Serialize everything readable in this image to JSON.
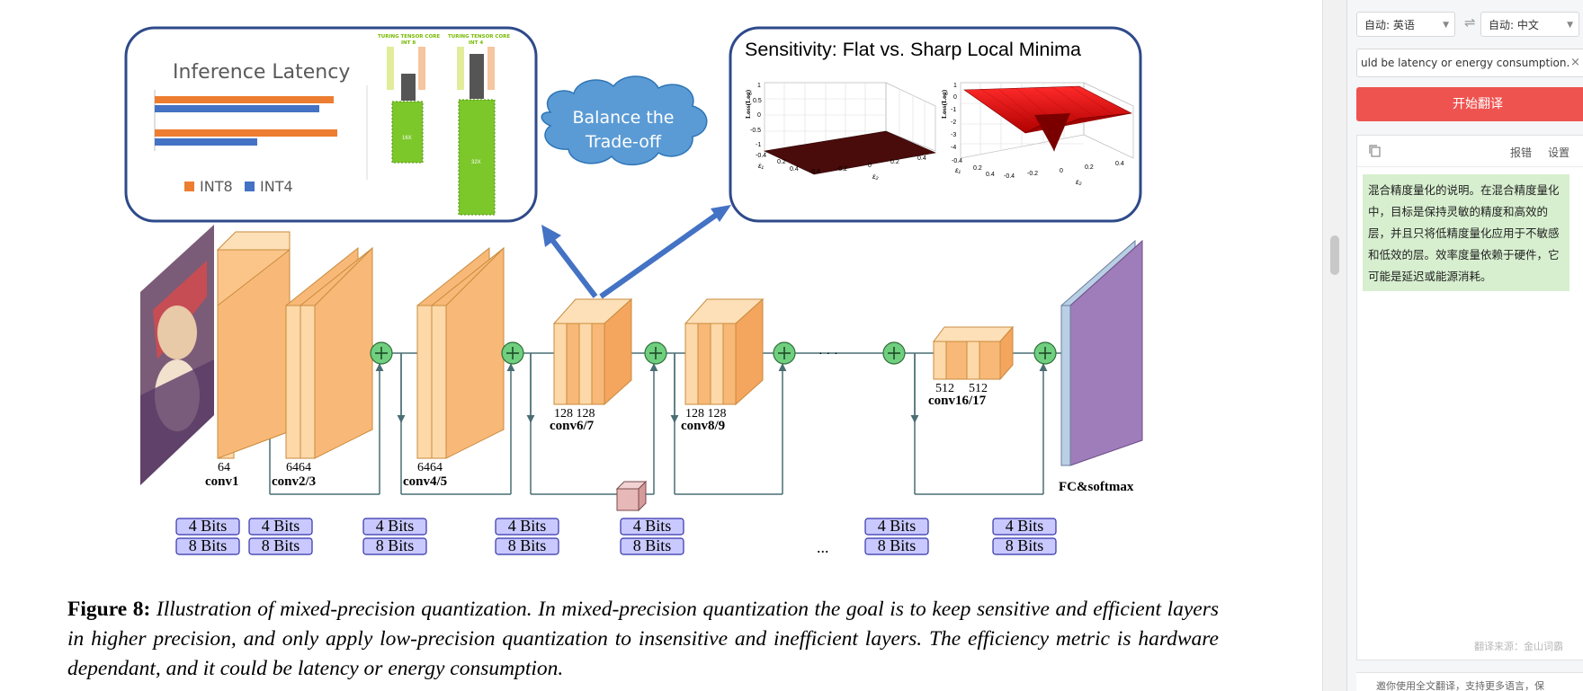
{
  "figure": {
    "inference_panel": {
      "title": "Inference Latency",
      "legend": [
        {
          "label": "INT8",
          "color": "#ed7d31"
        },
        {
          "label": "INT4",
          "color": "#4472c4"
        }
      ],
      "tensor_core_labels": [
        "TURING TENSOR CORE",
        "INT 8",
        "TURING TENSOR CORE",
        "INT 4"
      ],
      "chip_labels": [
        "16X",
        "32X"
      ]
    },
    "cloud": {
      "line1": "Balance the",
      "line2": "Trade-off"
    },
    "sensitivity_panel": {
      "title": "Sensitivity: Flat vs. Sharp Local Minima",
      "zlabel": "Loss(Log)",
      "ticks_eps": [
        "0.4",
        "0.2",
        "0",
        "-0.2",
        "-0.4"
      ],
      "ticks_z_left": [
        "1",
        "0.5",
        "0",
        "-0.5",
        "-1"
      ],
      "ticks_z_right": [
        "1",
        "0",
        "-1",
        "-2",
        "-3",
        "-4"
      ],
      "eps1": "ε₁",
      "eps2": "ε₂"
    },
    "layers": {
      "channels": [
        "64",
        "6464",
        "6464",
        "128 128",
        "128 128",
        "512",
        "512"
      ],
      "names": [
        "conv1",
        "conv2/3",
        "conv4/5",
        "conv6/7",
        "conv8/9",
        "conv16/17",
        "FC&softmax"
      ]
    },
    "bits": {
      "top": "4 Bits",
      "bottom": "8 Bits",
      "ellipsis": "..."
    },
    "caption": {
      "label": "Figure 8:",
      "text": "Illustration of mixed-precision quantization. In mixed-precision quantization the goal is to keep sensitive and efficient layers in higher precision, and only apply low-precision quantization to insensitive and inefficient layers. The efficiency metric is hardware dependant, and it could be latency or energy consumption."
    }
  },
  "translate_panel": {
    "source_lang": "自动: 英语",
    "target_lang": "自动: 中文",
    "swap_icon": "swap-arrows-icon",
    "source_text": "uld be latency or energy consumption.",
    "clear_symbol": "×",
    "translate_button": "开始翻译",
    "report_label": "报错",
    "settings_label": "设置",
    "result_text": "混合精度量化的说明。在混合精度量化中，目标是保持灵敏的精度和高效的层，并且只将低精度量化应用于不敏感和低效的层。效率度量依赖于硬件，它可能是延迟或能源消耗。",
    "source_note": "翻译来源：金山词霸",
    "promo": "邀你使用全文翻译，支持更多语言，保",
    "colors": {
      "button": "#ef5350",
      "result_bg": "#d7efcf"
    }
  }
}
